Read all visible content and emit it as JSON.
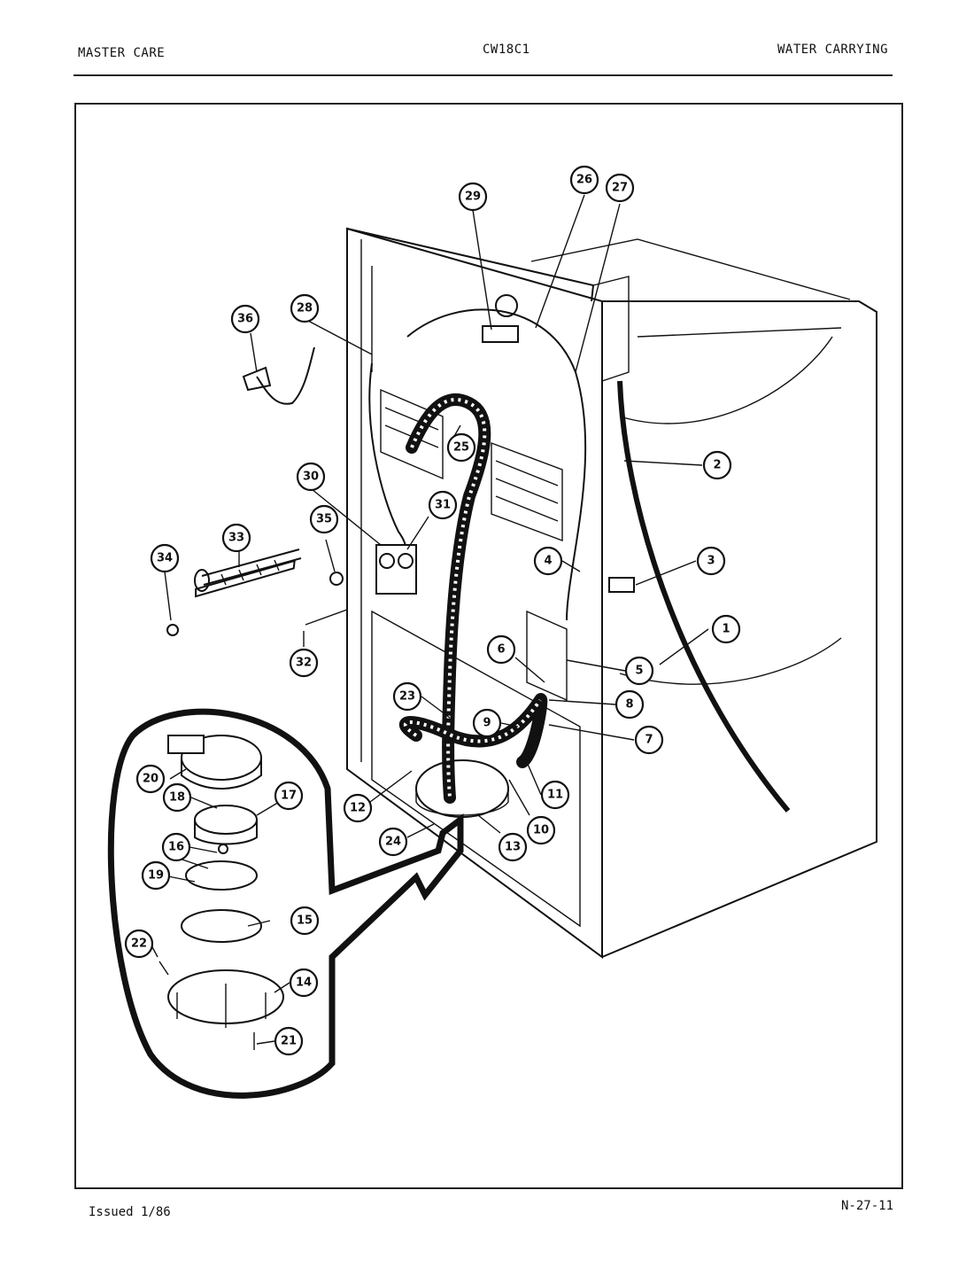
{
  "header": {
    "left": "MASTER CARE",
    "center": "CW18C1",
    "right": "WATER CARRYING"
  },
  "footer": {
    "issued": "Issued 1/86",
    "page_ref": "N-27-11"
  },
  "callouts": [
    "1",
    "2",
    "3",
    "4",
    "5",
    "6",
    "7",
    "8",
    "9",
    "10",
    "11",
    "12",
    "13",
    "14",
    "15",
    "16",
    "17",
    "18",
    "19",
    "20",
    "21",
    "22",
    "23",
    "24",
    "25",
    "26",
    "27",
    "28",
    "29",
    "30",
    "31",
    "32",
    "33",
    "34",
    "35",
    "36"
  ]
}
